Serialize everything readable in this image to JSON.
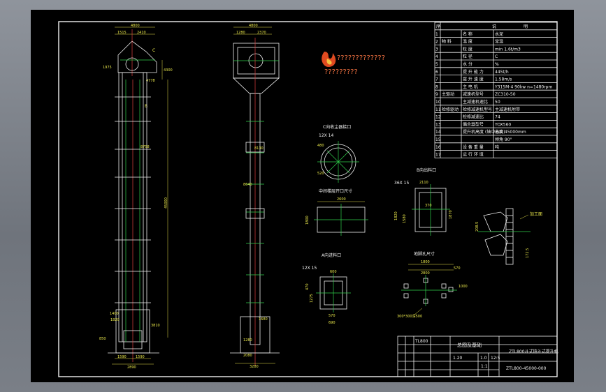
{
  "logo": {
    "caption_line1": "?????????????",
    "caption_line2": "?????????"
  },
  "views": {
    "front": {
      "dims": {
        "top_width": "4800",
        "top_left": "1515",
        "top_mid": "2410",
        "height_right": "4300",
        "side_a": "1975",
        "head_h": "4778",
        "mid_mark": "8758",
        "total_height": "45000",
        "bottom_1": "1400",
        "bottom_2": "1820",
        "bottom_3": "3810",
        "bottom_4": "850",
        "base_a": "1590",
        "base_b": "1590",
        "base_left": "2890"
      },
      "labels": {
        "c": "C",
        "b": "B",
        "a": "A"
      }
    },
    "side": {
      "dims": {
        "top_width": "4800",
        "top_left": "1280",
        "top_mid": "2370",
        "mid_1": "8130",
        "mid_2": "8640",
        "bottom_1": "1680",
        "bottom_2": "1280",
        "bottom_3": "2080",
        "base_width": "3280"
      }
    }
  },
  "detail_c": {
    "title": "C向收尘器接口",
    "spec": "12X 14",
    "d1": "480",
    "d2": "520"
  },
  "detail_mid_hole": {
    "title": "中间楼层开口尺寸",
    "w": "2600",
    "h": "1800"
  },
  "detail_a": {
    "title": "A向进料口",
    "spec": "12X 15",
    "d1": "600",
    "d2": "470",
    "d3": "1275",
    "d4": "570",
    "d5": "690"
  },
  "detail_b": {
    "title": "B向出料口",
    "spec": "36X 15",
    "d1": "2110",
    "d2": "1580",
    "d3": "370",
    "d4": "1820",
    "d5": "1870"
  },
  "detail_foundation": {
    "title": "地脚孔尺寸",
    "d1": "1800",
    "d2": "2800",
    "d3": "570",
    "d4": "1000",
    "bolt_note": "300*300深500"
  },
  "detail_chain": {
    "label": "加工面",
    "d1": "208.5",
    "d2": "172.5"
  },
  "params": {
    "header": [
      "序",
      "说",
      "明"
    ],
    "rows": [
      {
        "n": "1",
        "group": "",
        "name": "名 称",
        "value": "水泥"
      },
      {
        "n": "2",
        "group": "物 料",
        "name": "温 度",
        "value": "常温"
      },
      {
        "n": "3",
        "group": "",
        "name": "粒 度",
        "value": "min 1.6t/m3"
      },
      {
        "n": "4",
        "group": "",
        "name": "粒 径",
        "value": "C"
      },
      {
        "n": "5",
        "group": "",
        "name": "水 分",
        "value": "%"
      },
      {
        "n": "6",
        "group": "",
        "name": "提 升 能 力",
        "value": "445t/h"
      },
      {
        "n": "7",
        "group": "",
        "name": "提 升 速 度",
        "value": "1.58m/s"
      },
      {
        "n": "8",
        "group": "",
        "name": "主 电 机",
        "value": "Y315M-4 90kw n=1480rpm"
      },
      {
        "n": "9",
        "group": "主驱动",
        "name": "减速机型号",
        "value": "ZC310-50"
      },
      {
        "n": "10",
        "group": "",
        "name": "主减速机速比",
        "value": "50"
      },
      {
        "n": "11",
        "group": "检修驱动",
        "name": "检修减速机型号",
        "value": "主减速机附带"
      },
      {
        "n": "12",
        "group": "",
        "name": "检修减速比",
        "value": "74"
      },
      {
        "n": "13",
        "group": "",
        "name": "偶合器型号",
        "value": "YOX560"
      },
      {
        "n": "14",
        "group": "",
        "name": "提升机高度 (轴中心距)",
        "value": "高度 45000mm"
      },
      {
        "n": "15",
        "group": "",
        "name": "",
        "value": "倾角 90°"
      },
      {
        "n": "16",
        "group": "",
        "name": "设 备 重 量",
        "value": "吨"
      },
      {
        "n": "17",
        "group": "",
        "name": "运 行 环 境",
        "value": ""
      }
    ]
  },
  "title_block": {
    "subtitle": "总图及基础",
    "drawing_title": "ZTL800斗式链斗式提升机",
    "drawing_no": "ZTL800-45000-000",
    "sheet_code": "TL800",
    "scale": "1:1",
    "cells": [
      "1.20",
      "1.0",
      "12:5"
    ]
  },
  "chart_data": null
}
